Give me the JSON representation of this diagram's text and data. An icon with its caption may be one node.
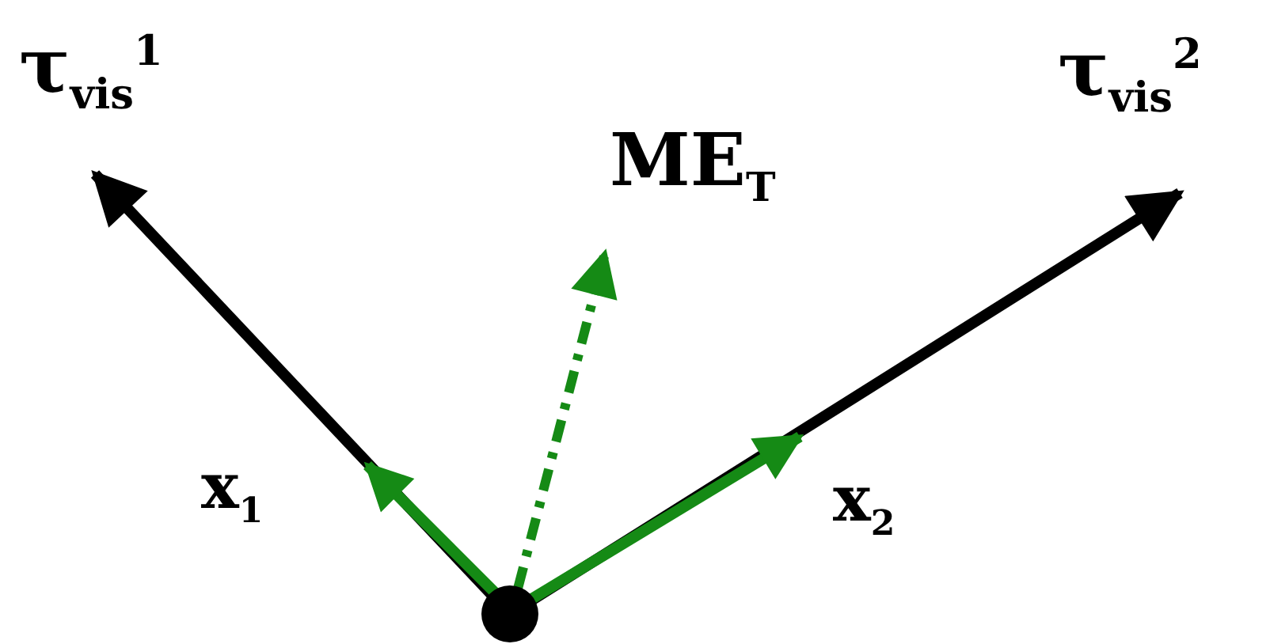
{
  "diagram": {
    "labels": [
      "τ$_{vis}$$^{1}$",
      "τ$_{vis}$$^{2}$",
      "ME$_{T}$",
      "x$_{1}$",
      "x$_{2}$"
    ]
  }
}
